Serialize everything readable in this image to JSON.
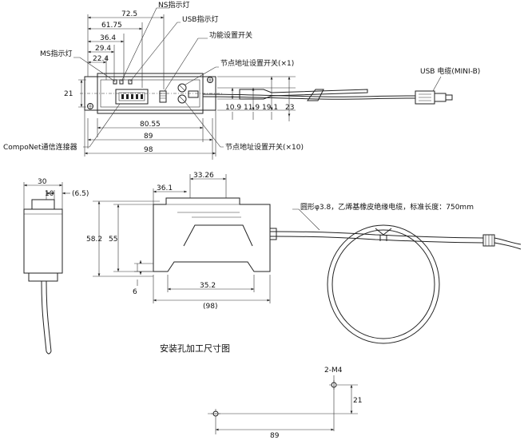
{
  "top_view": {
    "labels": {
      "ns_led": "NS指示灯",
      "usb_led": "USB指示灯",
      "function_switch": "功能设置开关",
      "node_switch_x1": "节点地址设置开关(×1)",
      "ms_led": "MS指示灯",
      "usb_cable": "USB 电缆(MINI-B)",
      "comp_connector": "CompoNet通信连接器",
      "node_switch_x10": "节点地址设置开关(×10)"
    },
    "dims": {
      "d72_5": "72.5",
      "d61_75": "61.75",
      "d36_4": "36.4",
      "d29_4": "29.4",
      "d22_4": "22.4",
      "d21": "21",
      "d10_9": "10.9",
      "d11_9": "11.9",
      "d19_1": "19.1",
      "d23": "23",
      "d80_55": "80.55",
      "d89": "89",
      "d98": "98"
    }
  },
  "side_view": {
    "dims": {
      "d30": "30",
      "d10": "10",
      "d6_5": "(6.5)"
    }
  },
  "front_view": {
    "dims": {
      "d33_26": "33.26",
      "d36_1": "36.1",
      "d58_2": "58.2",
      "d55": "55",
      "d6": "6",
      "d35_2": "35.2",
      "d98p": "(98)"
    },
    "cable_note": "圆形φ3.8，乙烯基橡皮绝缘电缆，标准长度：750mm"
  },
  "mounting": {
    "title": "安装孔加工尺寸图",
    "hole_label": "2-M4",
    "d21": "21",
    "d89": "89"
  }
}
